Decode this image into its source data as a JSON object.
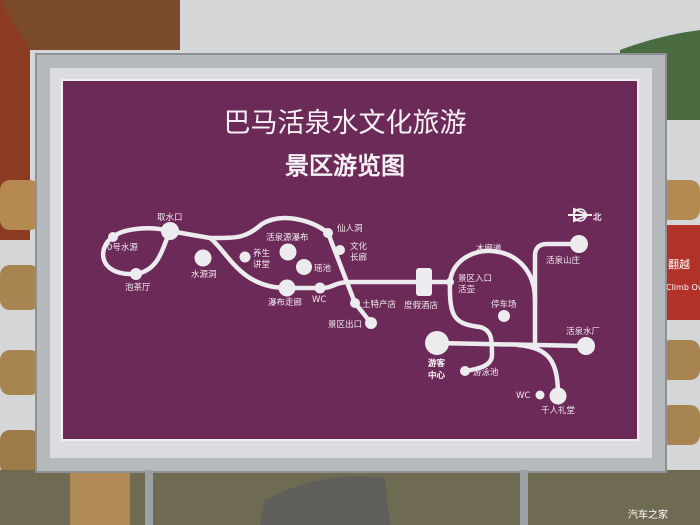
{
  "sign": {
    "title": "巴马活泉水文化旅游",
    "subtitle": "景区游览图",
    "north_label": "北",
    "colors": {
      "panel": "#6b2a57",
      "route": "#ecebed",
      "frame": "#b9bcc0"
    }
  },
  "map_labels": {
    "source0": "0号水源",
    "water_intake": "取水口",
    "tea_hall": "泡茶厅",
    "water_cave": "水源洞",
    "health_hall_1": "养生",
    "health_hall_2": "讲堂",
    "spring_waterfall": "活泉源瀑布",
    "jade_pool": "瑶池",
    "immortal_cave": "仙人洞",
    "culture_gallery_1": "文化",
    "culture_gallery_2": "长廊",
    "waterfall_corridor": "瀑布走廊",
    "wc1": "WC",
    "local_products": "土特产店",
    "exit": "景区出口",
    "resort_hotel": "度假酒店",
    "entrance_1": "景区入口",
    "entrance_2": "活壶",
    "wooden_walkway": "木廊道",
    "parking": "停车场",
    "spring_villa": "活泉山庄",
    "visitor_center_1": "游客",
    "visitor_center_2": "中心",
    "swimming_pool": "游泳池",
    "water_plant": "活泉水厂",
    "wc2": "WC",
    "grand_hall": "千人礼堂"
  },
  "background": {
    "side_sign_1": "翻越",
    "side_sign_2": "Climb Ov"
  },
  "watermark": "汽车之家"
}
